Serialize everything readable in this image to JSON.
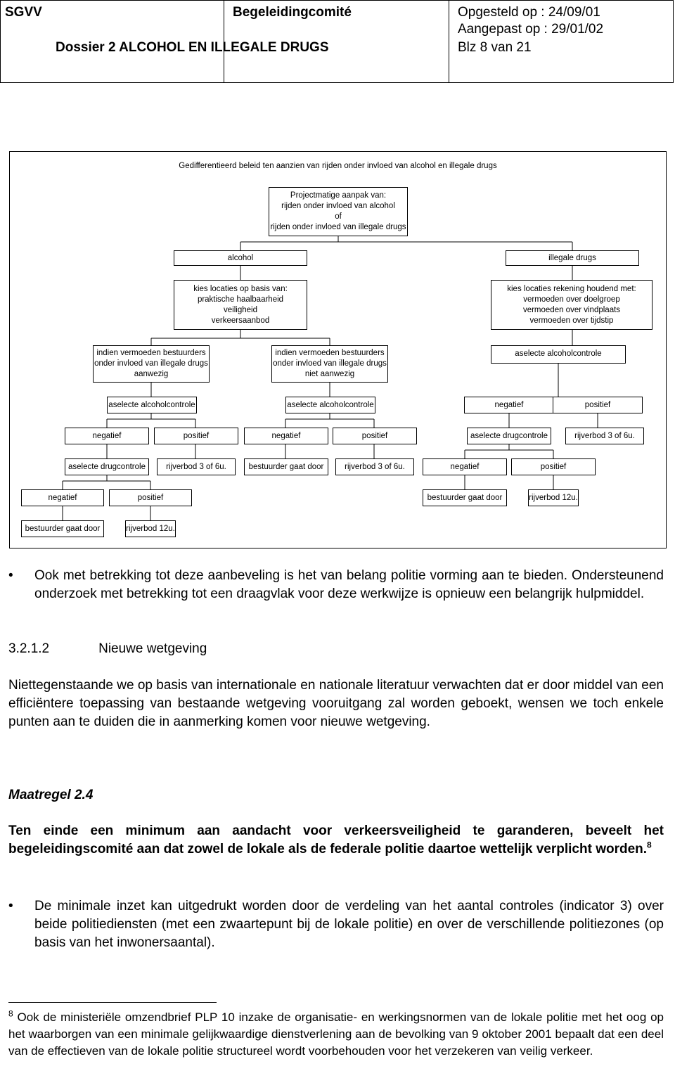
{
  "header": {
    "org": "SGVV",
    "dossier": "Dossier 2  ALCOHOL EN ILLEGALE DRUGS",
    "committee": "Begeleidingcomité",
    "created": "Opgesteld op : 24/09/01",
    "modified": "Aangepast op : 29/01/02",
    "page": "Blz 8 van 21"
  },
  "diagram": {
    "title": "Gedifferentieerd beleid ten aanzien van rijden onder invloed van alcohol en illegale drugs",
    "root": [
      "Projectmatige aanpak van:",
      "rijden onder invloed van alcohol",
      "of",
      "rijden onder invloed van illegale drugs"
    ],
    "alcohol": "alcohol",
    "drugs": "illegale drugs",
    "alcohol_locations": [
      "kies locaties op basis van:",
      "praktische haalbaarheid",
      "veiligheid",
      "verkeersaanbod"
    ],
    "drugs_locations": [
      "kies locaties rekening houdend met:",
      "vermoeden over doelgroep",
      "vermoeden over vindplaats",
      "vermoeden over tijdstip"
    ],
    "suspect_present": [
      "indien vermoeden bestuurders",
      "onder invloed van illegale drugs",
      "aanwezig"
    ],
    "suspect_absent": [
      "indien vermoeden bestuurders",
      "onder invloed van illegale drugs",
      "niet aanwezig"
    ],
    "random_alcohol": "aselecte alcoholcontrole",
    "random_drug": "aselecte drugcontrole",
    "negative": "negatief",
    "positive": "positief",
    "ban_6": "rijverbod 3 of 6u.",
    "ban_12": "rijverbod 12u.",
    "driver_continues": "bestuurder gaat door"
  },
  "bullet1": "Ook met betrekking tot deze aanbeveling is het van belang politie vorming aan te bieden. Ondersteunend onderzoek met betrekking tot een draagvlak voor deze werkwijze is opnieuw een belangrijk hulpmiddel.",
  "section": {
    "number": "3.2.1.2",
    "title": "Nieuwe wetgeving"
  },
  "paragraph": "Niettegenstaande we op basis van internationale en nationale literatuur verwachten dat er door middel van een efficiëntere toepassing van bestaande wetgeving vooruitgang zal worden geboekt, wensen we toch enkele punten aan te duiden die in aanmerking komen voor nieuwe wetgeving.",
  "measure": {
    "title": "Maatregel 2.4",
    "text": "Ten einde een minimum aan aandacht voor verkeersveiligheid te garanderen, beveelt het begeleidingscomité aan dat zowel de lokale als de federale politie daartoe wettelijk verplicht worden.",
    "footnote_ref": "8"
  },
  "bullet2": "De minimale inzet kan uitgedrukt worden door de verdeling van het aantal controles (indicator 3) over beide politiediensten (met een zwaartepunt bij de lokale politie) en over de verschillende politiezones (op basis van het inwonersaantal).",
  "footnote": {
    "number": "8",
    "text": "Ook de ministeriële omzendbrief PLP 10 inzake de organisatie- en werkingsnormen van de lokale politie met het oog op het waarborgen van een minimale gelijkwaardige dienstverlening aan de bevolking van 9 oktober 2001 bepaalt dat een deel van de effectieven van de lokale politie structureel wordt voorbehouden voor het verzekeren van veilig verkeer."
  },
  "bullet_symbol": "•"
}
